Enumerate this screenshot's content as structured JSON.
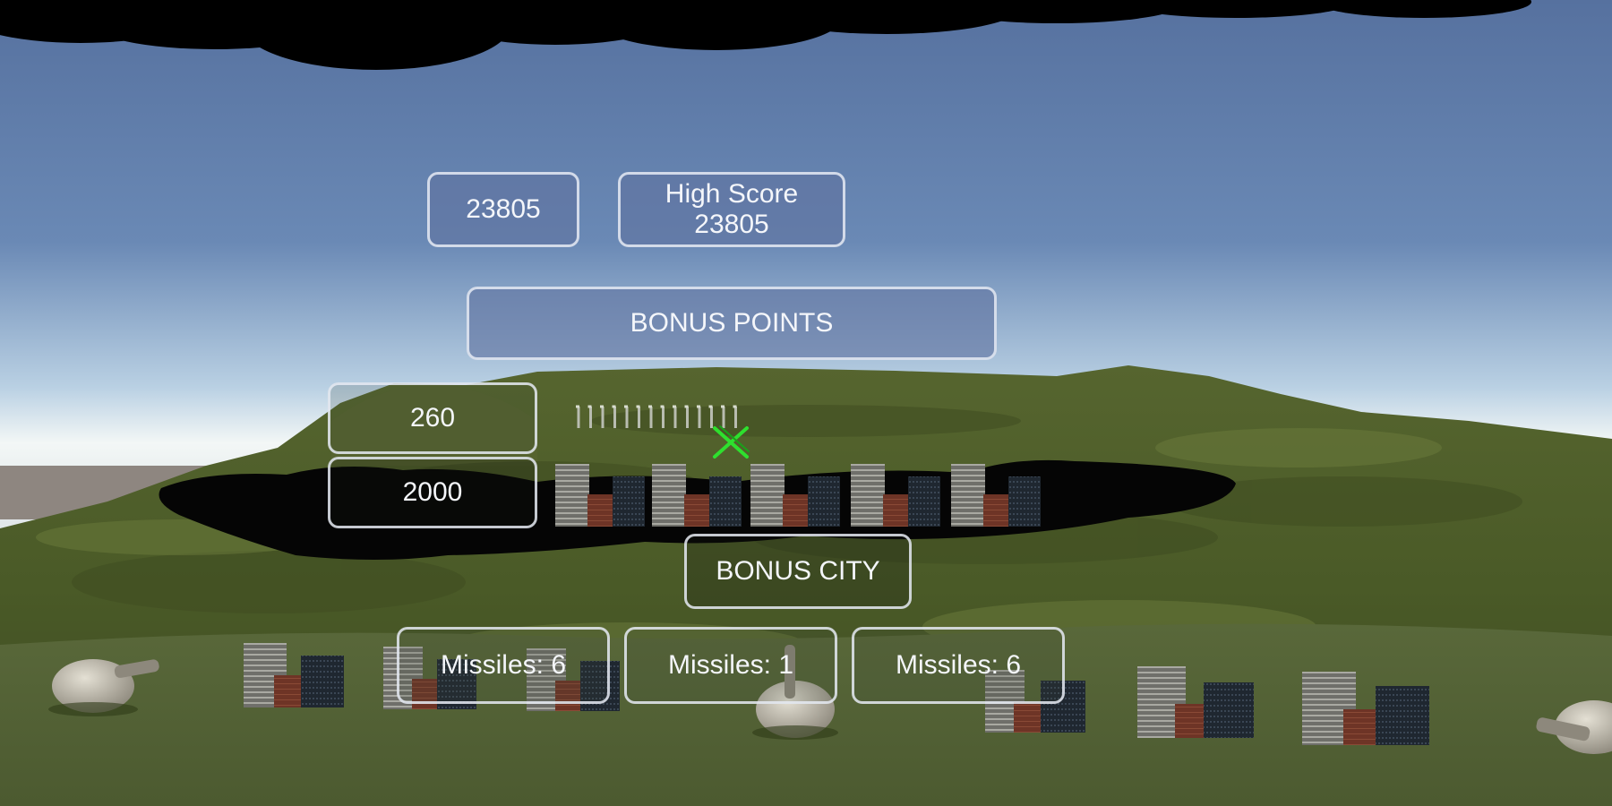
{
  "score": "23805",
  "high_score": {
    "label": "High Score",
    "value": "23805"
  },
  "bonus_points_banner": "BONUS POINTS",
  "missile_bonus": "260",
  "city_bonus": "2000",
  "bonus_city_label": "BONUS CITY",
  "batteries": [
    {
      "label": "Missiles: 6"
    },
    {
      "label": "Missiles: 1"
    },
    {
      "label": "Missiles: 6"
    }
  ],
  "colors": {
    "sky_top": "#5a78a8",
    "sky_horizon": "#e4edf2",
    "terrain": "#4d5a2a",
    "cloud": "#000000",
    "crosshair": "#2ee02e",
    "panel_border": "#e8ecf5"
  },
  "icons": {
    "crosshair": "crosshair-x-icon",
    "remaining_missiles": "missile-stack-icon"
  },
  "remaining_missile_count": 14
}
